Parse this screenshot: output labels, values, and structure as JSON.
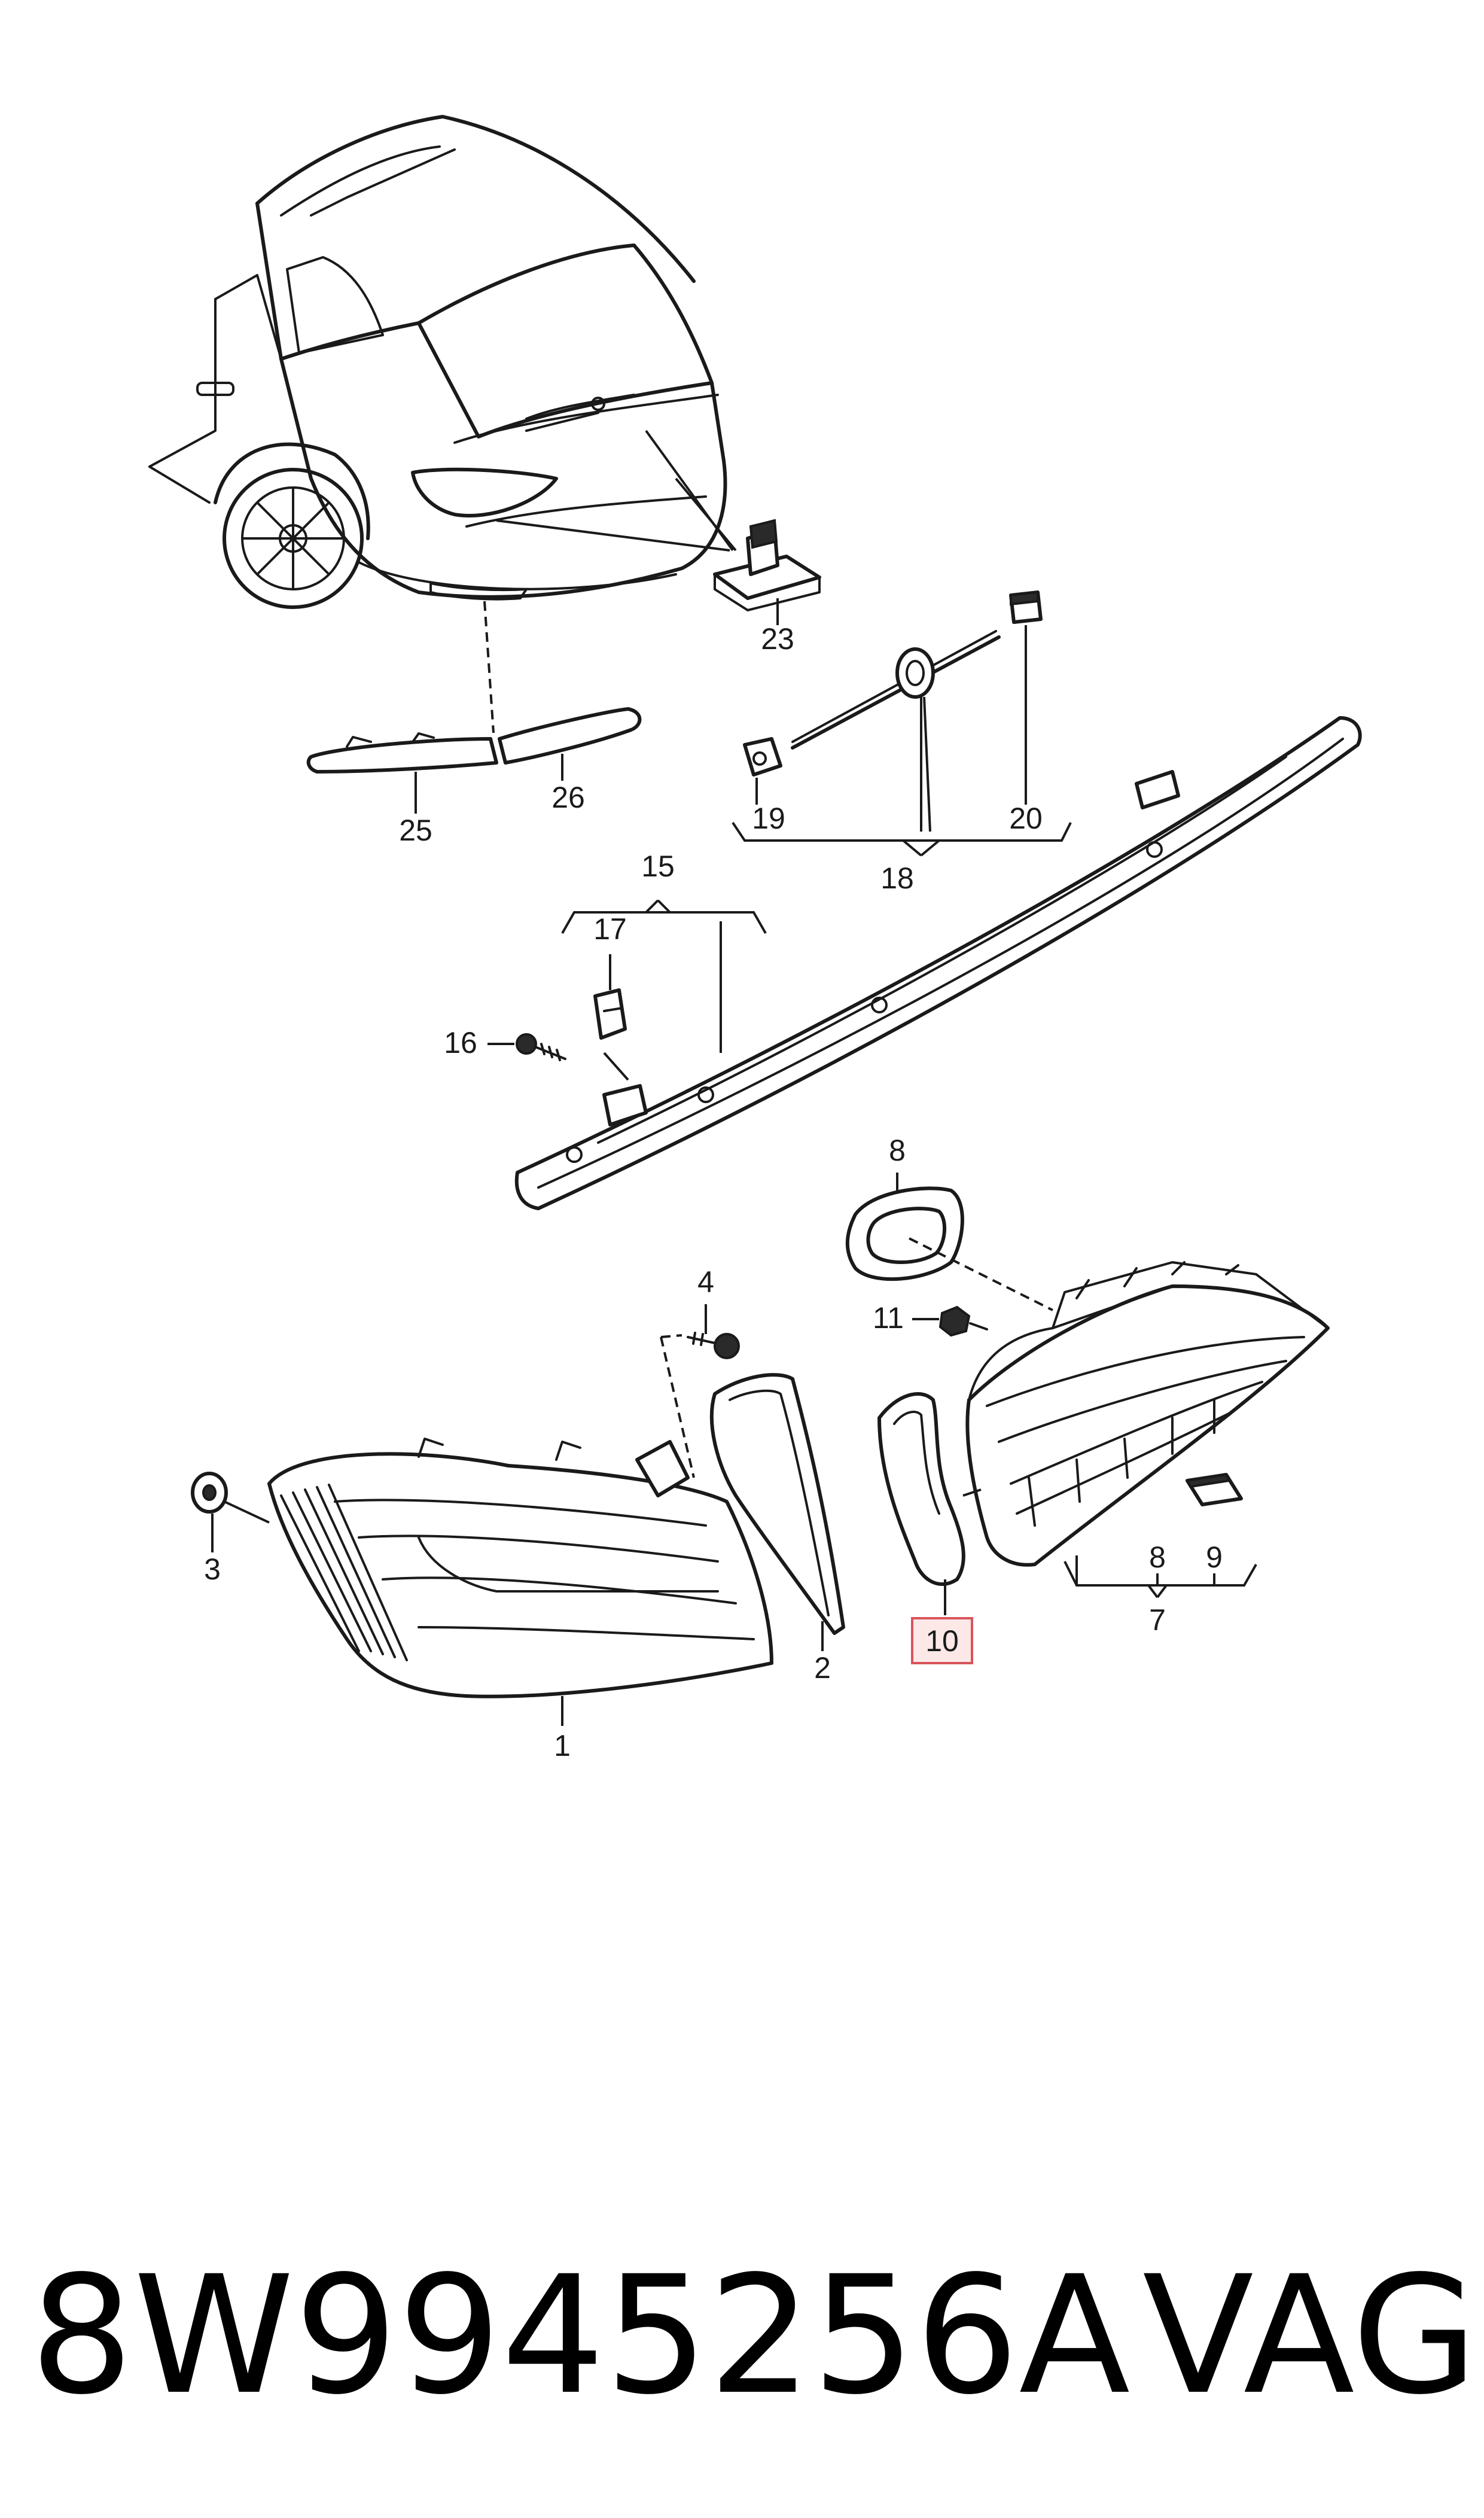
{
  "diagram": {
    "callouts": {
      "c1": "1",
      "c2": "2",
      "c3": "3",
      "c4": "4",
      "c7": "7",
      "c8_top": "8",
      "c8_bottom": "8",
      "c9": "9",
      "c10": "10",
      "c11": "11",
      "c15": "15",
      "c16": "16",
      "c17": "17",
      "c18": "18",
      "c19": "19",
      "c20": "20",
      "c23": "23",
      "c25": "25",
      "c26": "26"
    },
    "highlighted_callout": "10",
    "highlight_color": "#d9545a"
  },
  "caption": {
    "part_number": "8W9945256A",
    "brand": "VAG"
  }
}
